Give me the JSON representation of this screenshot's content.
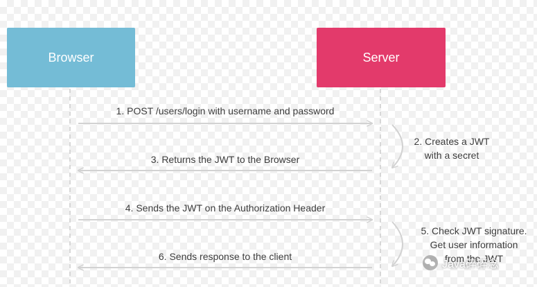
{
  "actors": {
    "browser": {
      "label": "Browser",
      "color": "#74bcd6"
    },
    "server": {
      "label": "Server",
      "color": "#e33a6b"
    }
  },
  "messages": [
    {
      "label": "1. POST /users/login with username and password",
      "direction": "browser-to-server"
    },
    {
      "label": "3. Returns the JWT to the Browser",
      "direction": "server-to-browser"
    },
    {
      "label": "4. Sends the JWT on the Authorization Header",
      "direction": "browser-to-server"
    },
    {
      "label": "6. Sends response to the client",
      "direction": "server-to-browser"
    }
  ],
  "notes": [
    {
      "lines": [
        "2. Creates a JWT",
        "with a secret"
      ]
    },
    {
      "lines": [
        "5. Check JWT signature.",
        "Get user information",
        "from the JWT"
      ]
    }
  ],
  "watermark": {
    "text": "Java碎碎念"
  },
  "colors": {
    "lifeline": "#cfcfcf",
    "arrow": "#d2d2d2",
    "text": "#3c3c3c"
  }
}
